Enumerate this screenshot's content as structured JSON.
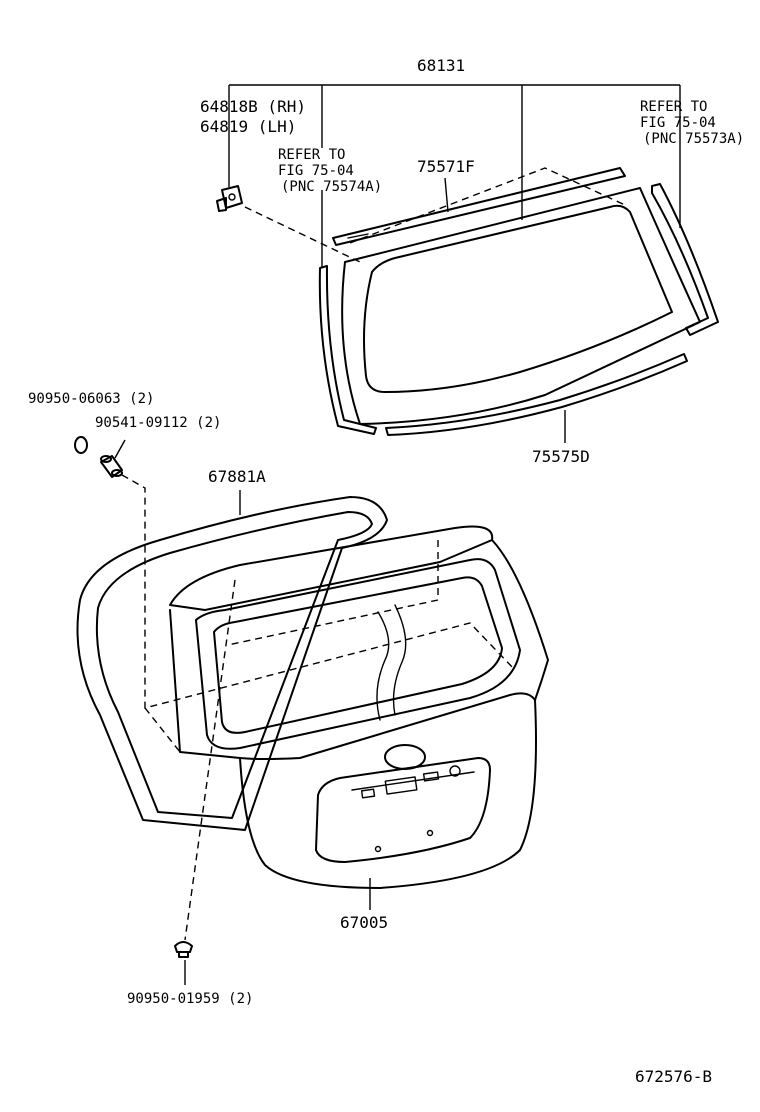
{
  "diagram": {
    "labels": {
      "p68131": "68131",
      "p64818b": "64818B (RH)",
      "p64819": "64819  (LH)",
      "refer_a_line1": "REFER TO",
      "refer_a_line2": "FIG 75-04",
      "refer_a_line3": "(PNC 75573A)",
      "refer_b_line1": "REFER TO",
      "refer_b_line2": "FIG 75-04",
      "refer_b_line3": "(PNC 75574A)",
      "p75571f": "75571F",
      "p90950_06063": "90950-06063 (2)",
      "p90541_09112": "90541-09112 (2)",
      "p67881a": "67881A",
      "p75575d": "75575D",
      "p67005": "67005",
      "p90950_01959": "90950-01959 (2)",
      "figure_id": "672576-B"
    }
  }
}
